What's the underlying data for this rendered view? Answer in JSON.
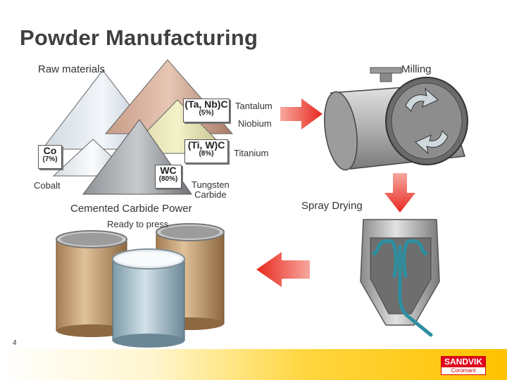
{
  "slide": {
    "title": "Powder Manufacturing",
    "page_number": "4"
  },
  "stages": {
    "raw_materials": "Raw materials",
    "milling": "Milling",
    "spray_drying": "Spray Drying",
    "cemented_carbide_power": "Cemented Carbide Power",
    "ready_to_press": "Ready to press"
  },
  "elements": {
    "tantalum": "Tantalum",
    "niobium": "Niobium",
    "titanium": "Titanium",
    "cobalt": "Cobalt",
    "tungsten_carbide_line1": "Tungsten",
    "tungsten_carbide_line2": "Carbide"
  },
  "powder_boxes": [
    {
      "formula": "(Ta, Nb)C",
      "percent": "(5%)"
    },
    {
      "formula": "(Ti, W)C",
      "percent": "(8%)"
    },
    {
      "formula": "Co",
      "percent": "(7%)"
    },
    {
      "formula": "WC",
      "percent": "(80%)"
    }
  ],
  "logo": {
    "brand": "SANDVIK",
    "division": "Coromant"
  },
  "colors": {
    "arrow_red": "#e8281e",
    "logo_red": "#e0001b",
    "footer_yellow": "#ffc200"
  },
  "icons": [
    "rotation-arrow-icon",
    "right-arrow-icon",
    "down-arrow-icon",
    "left-arrow-icon"
  ]
}
